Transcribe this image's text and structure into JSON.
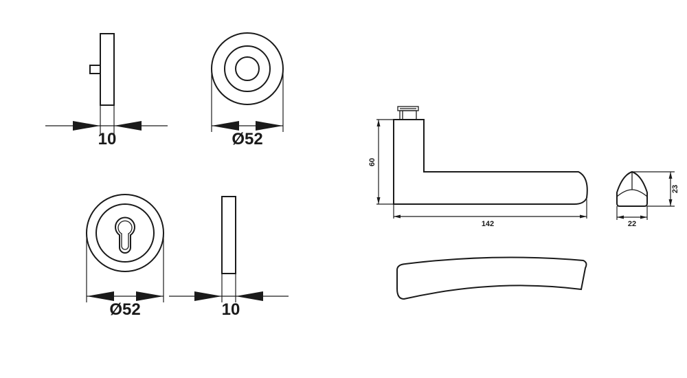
{
  "dimensions": {
    "rose_thickness": "10",
    "rose_diameter": "Ø52",
    "escutcheon_diameter": "Ø52",
    "escutcheon_thickness": "10",
    "handle_height": "60",
    "handle_length": "142",
    "grip_height": "23",
    "grip_width": "22"
  }
}
